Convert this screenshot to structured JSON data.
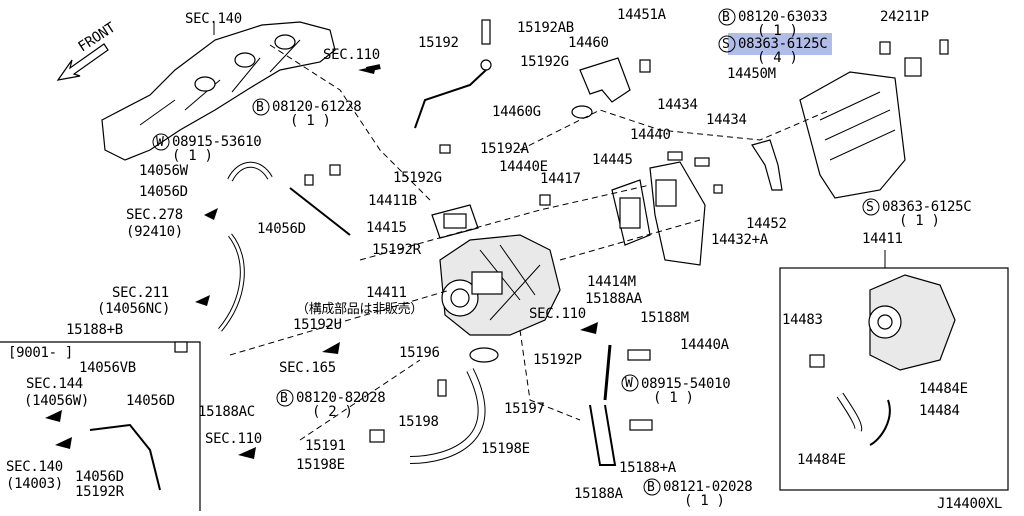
{
  "diagram": {
    "code": "J14400XL",
    "front_label": "FRONT",
    "note_jp": "（構成部品は非販売）",
    "inset_label": "[9001-     ]",
    "highlight_color": "#6f86d6",
    "labels": {
      "sec140": "SEC.140",
      "sec110a": "SEC.110",
      "p15192": "15192",
      "p15192AB": "15192AB",
      "p14451A": "14451A",
      "b08120_63033": "08120-63033",
      "b08120_63033_q": "( 1 )",
      "p24211P": "24211P",
      "s08363_6125C_top": "08363-6125C",
      "s08363_6125C_top_q": "( 4 )",
      "p14460": "14460",
      "p15192G": "15192G",
      "p14450M": "14450M",
      "b08120_61228": "08120-61228",
      "b08120_61228_q": "( 1 )",
      "p14460G": "14460G",
      "p14434a": "14434",
      "p14434b": "14434",
      "w08915_53610": "08915-53610",
      "w08915_53610_q": "( 1 )",
      "p15192A": "15192A",
      "p14440": "14440",
      "p14056W": "14056W",
      "p14440E": "14440E",
      "p14445": "14445",
      "p15192G2": "15192G",
      "p14417": "14417",
      "p14056D": "14056D",
      "p14411B": "14411B",
      "sec278": "SEC.278",
      "sec278_q": "(92410)",
      "p14056D2": "14056D",
      "p14415": "14415",
      "p14452": "14452",
      "s08363_6125C_right": "08363-6125C",
      "s08363_6125C_right_q": "( 1 )",
      "p15192R": "15192R",
      "p14432A": "14432+A",
      "p14411_inset": "14411",
      "p14414M": "14414M",
      "sec211": "SEC.211",
      "sec211_q": "(14056NC)",
      "p14411": "14411",
      "p15188AA": "15188AA",
      "sec110b": "SEC.110",
      "p15188M": "15188M",
      "p14483": "14483",
      "p15192U": "15192U",
      "p15188B": "15188+B",
      "p14440A": "14440A",
      "p15196": "15196",
      "p15192P": "15192P",
      "sec165": "SEC.165",
      "w08915_54010": "08915-54010",
      "w08915_54010_q": "( 1 )",
      "p14484E": "14484E",
      "p14484": "14484",
      "p14056VB": "14056VB",
      "sec144": "SEC.144",
      "sec144_q": "(14056W)",
      "p14056D3": "14056D",
      "p15188AC": "15188AC",
      "b08120_82028": "08120-82028",
      "b08120_82028_q": "( 2 )",
      "p15197": "15197",
      "p15198": "15198",
      "sec110c": "SEC.110",
      "p15191": "15191",
      "p15198E": "15198E",
      "p15198E2": "15198E",
      "sec140b": "SEC.140",
      "sec140b_q": "(14003)",
      "p14056D4": "14056D",
      "p15192R2": "15192R",
      "p15188A": "15188+A",
      "p14484E2": "14484E",
      "p15188A2": "15188A",
      "b08121_02028": "08121-02028",
      "b08121_02028_q": "( 1 )"
    },
    "symbols": {
      "B": "B",
      "W": "W",
      "S": "S"
    }
  }
}
